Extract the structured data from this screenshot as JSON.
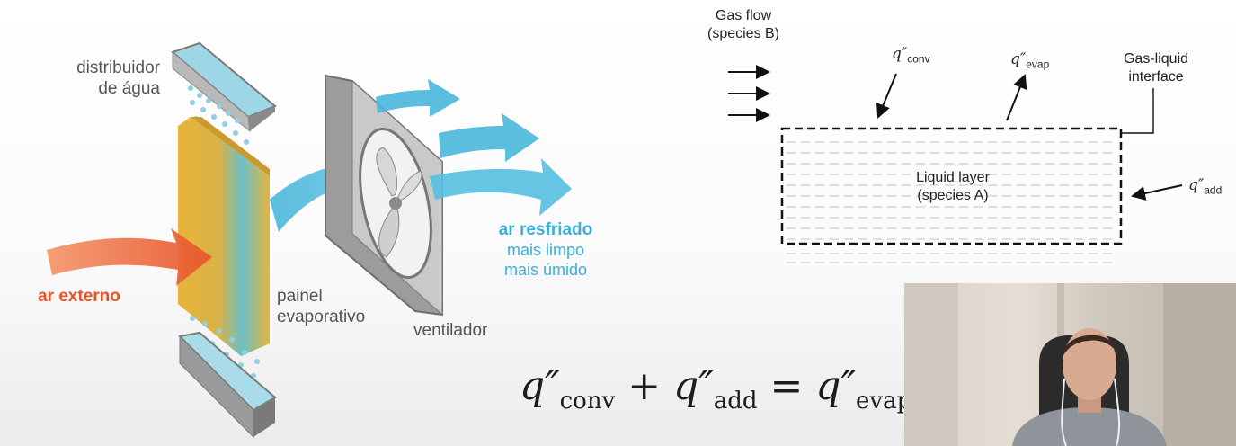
{
  "left_diagram": {
    "distribuidor_line1": "distribuidor",
    "distribuidor_line2": "de água",
    "painel_line1": "painel",
    "painel_line2": "evaporativo",
    "ventilador": "ventilador",
    "ar_externo": "ar externo",
    "ar_resfriado": "ar resfriado",
    "mais_limpo": "mais limpo",
    "mais_umido": "mais úmido"
  },
  "right_diagram": {
    "gas_flow_line1": "Gas flow",
    "gas_flow_line2": "(species B)",
    "interface_line1": "Gas-liquid",
    "interface_line2": "interface",
    "liquid_line1": "Liquid layer",
    "liquid_line2": "(species A)",
    "q_conv": {
      "symbol": "q″",
      "subscript": "conv"
    },
    "q_evap": {
      "symbol": "q″",
      "subscript": "evap"
    },
    "q_add": {
      "symbol": "q″",
      "subscript": "add"
    }
  },
  "equation": {
    "term1": "q″",
    "sub1": "conv",
    "plus": "+",
    "term2": "q″",
    "sub2": "add",
    "equals": "=",
    "term3": "q″",
    "sub3": "evap"
  },
  "colors": {
    "hot_air": "#e8532a",
    "cool_air": "#3ab0d8",
    "pad": "#e3b53d",
    "fan_frame": "#7e7e7e"
  }
}
